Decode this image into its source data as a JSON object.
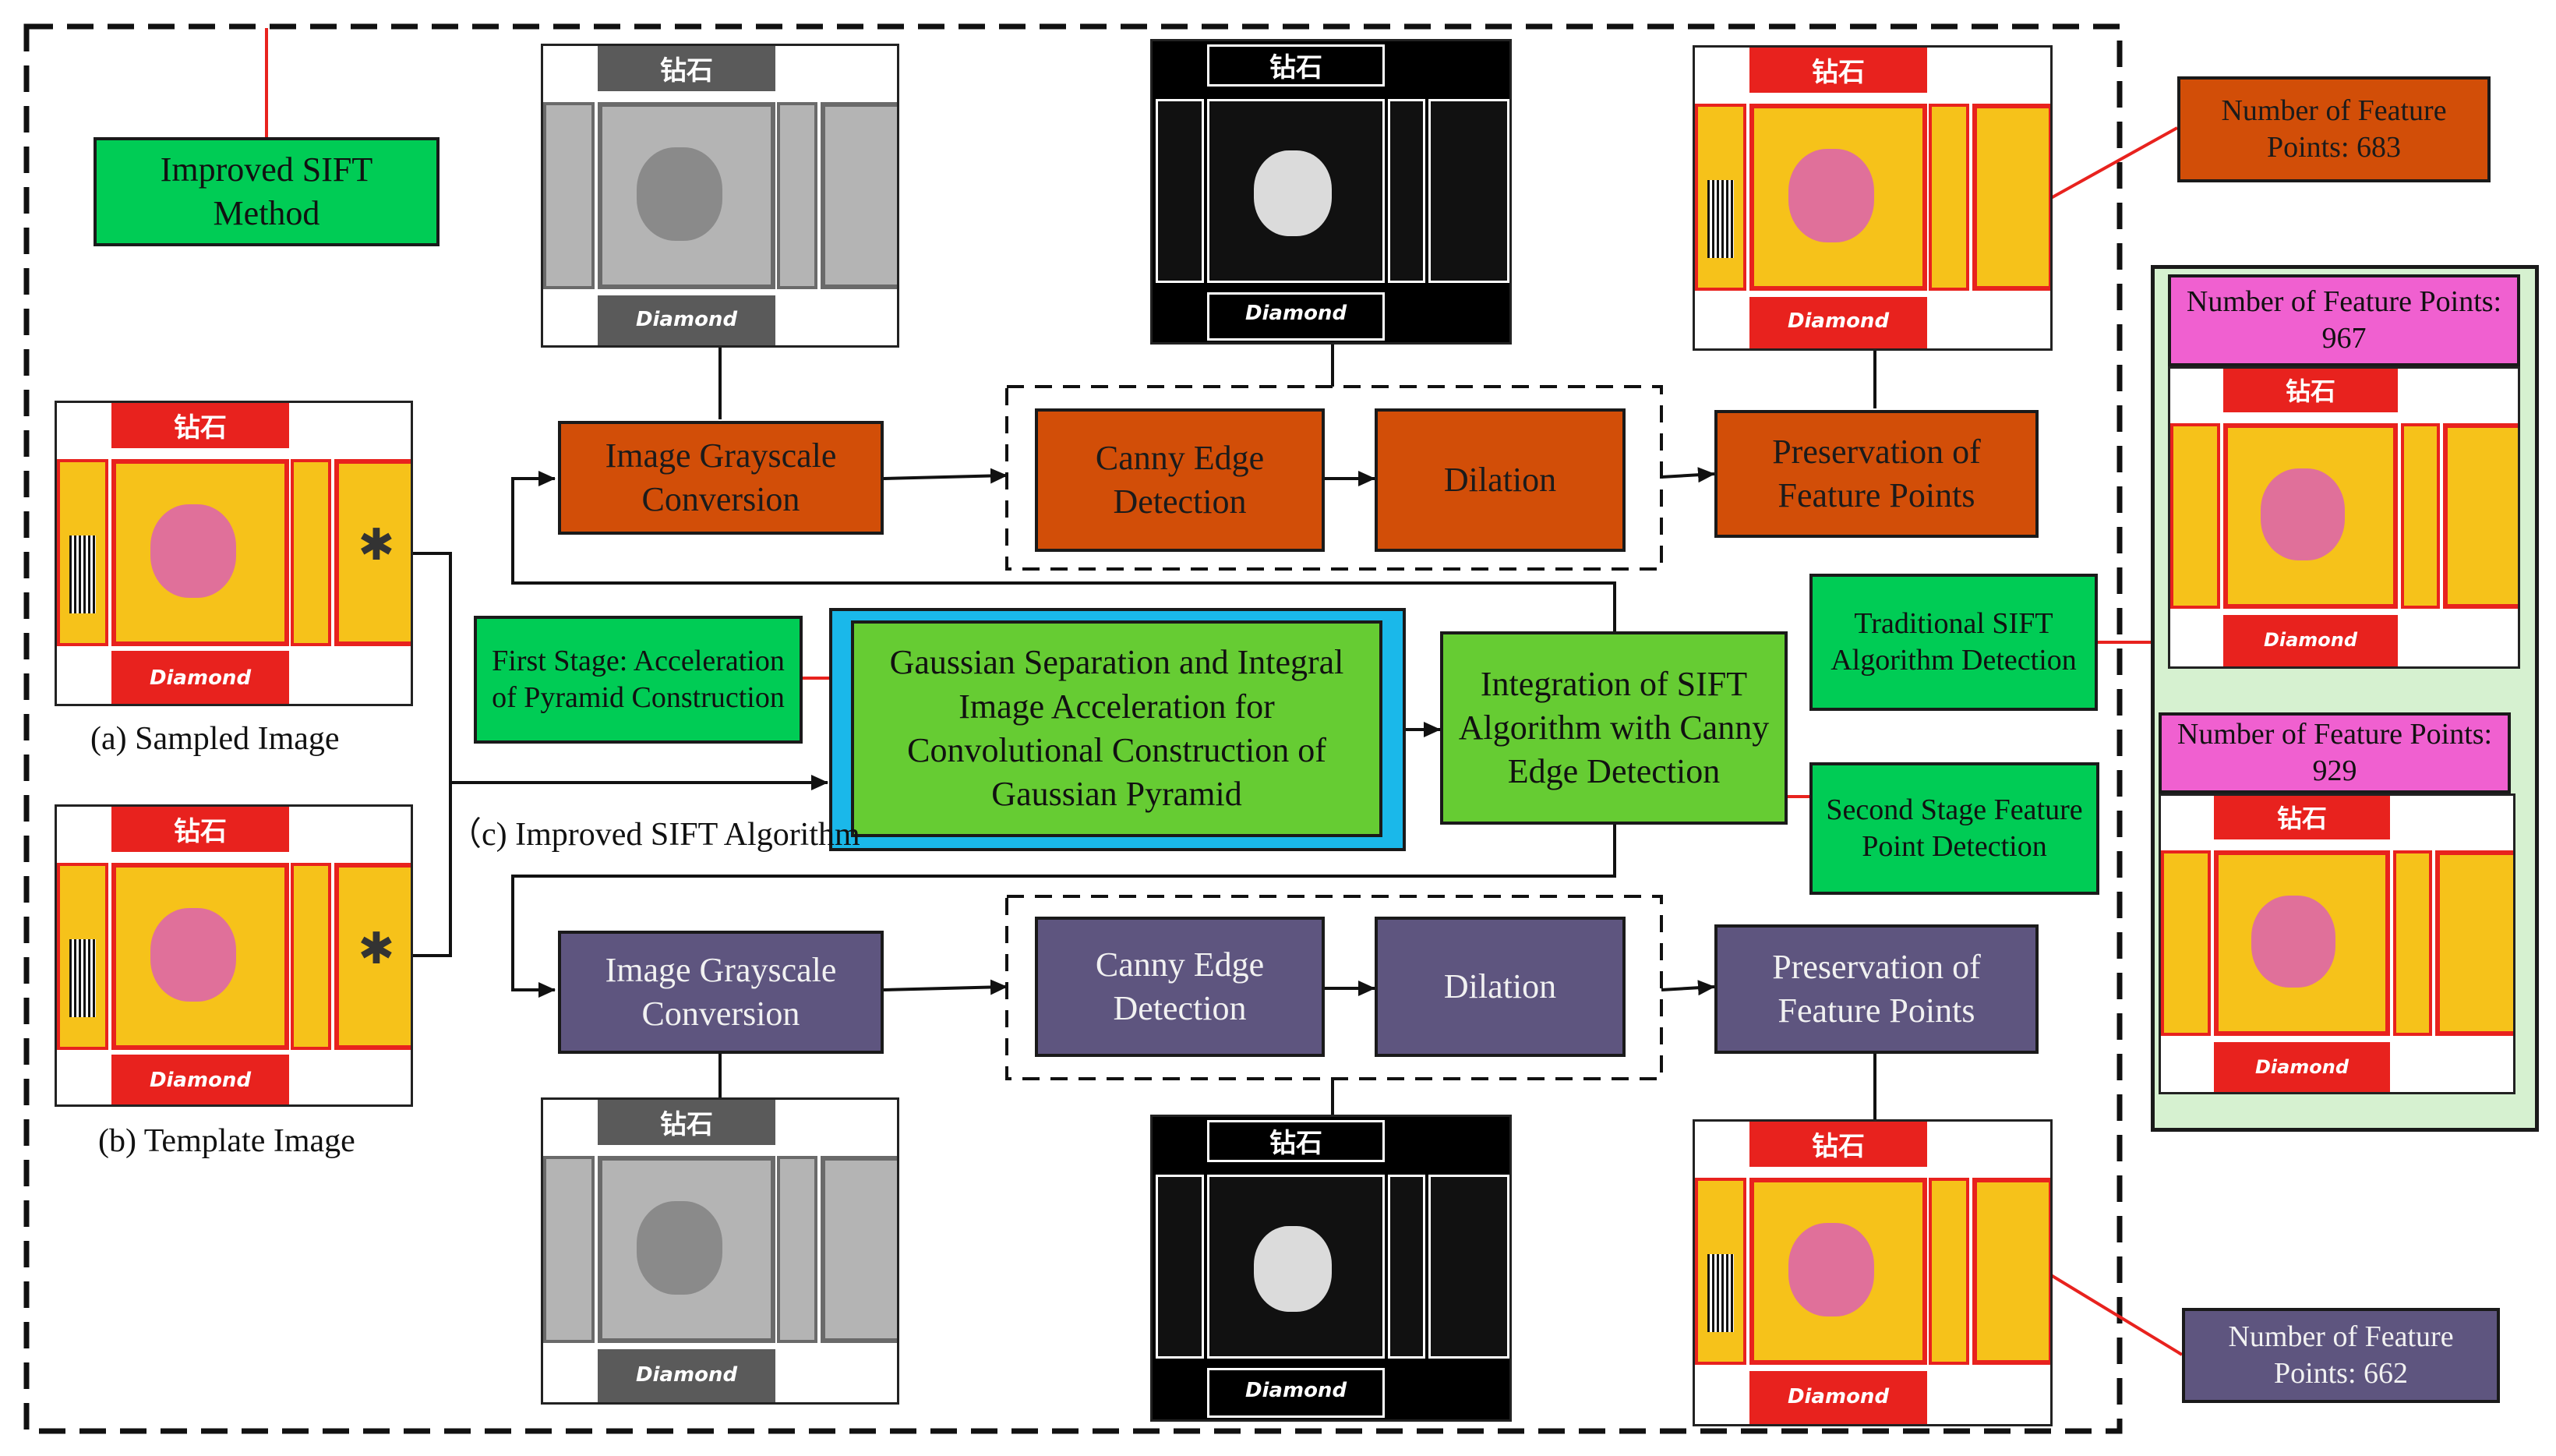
{
  "method_label": "Improved SIFT Method",
  "top_row": {
    "grayscale": "Image Grayscale Conversion",
    "canny": "Canny Edge Detection",
    "dilation": "Dilation",
    "preservation": "Preservation of Feature Points",
    "feature_count": "Number of Feature Points: 683",
    "color": "#d24e08"
  },
  "bottom_row": {
    "grayscale": "Image Grayscale Conversion",
    "canny": "Canny Edge Detection",
    "dilation": "Dilation",
    "preservation": "Preservation of Feature Points",
    "feature_count": "Number of Feature Points: 662",
    "color": "#5e557f"
  },
  "middle": {
    "first_stage": "First Stage: Acceleration of Pyramid Construction",
    "gaussian": "Gaussian Separation and Integral Image Acceleration for Convolutional Construction of Gaussian Pyramid",
    "integration": "Integration of SIFT Algorithm with Canny Edge Detection",
    "second_stage": "Second Stage Feature Point Detection",
    "improved_caption": "（c) Improved SIFT Algorithm"
  },
  "inputs": {
    "sampled_caption": "(a) Sampled Image",
    "template_caption": "(b) Template Image"
  },
  "traditional": {
    "label": "Traditional SIFT Algorithm Detection",
    "count_sampled": "Number of Feature Points: 967",
    "count_template": "Number of Feature Points: 929"
  },
  "package_text": {
    "brand_cn": "钻石",
    "brand_en": "Diamond"
  },
  "colors": {
    "orange": "#d24e08",
    "purple": "#5e557f",
    "green": "#00cc55",
    "lime": "#66cc33",
    "pink": "#f060d0",
    "cyan": "#1ab8ea",
    "panel_bg": "#d6f1d0"
  }
}
